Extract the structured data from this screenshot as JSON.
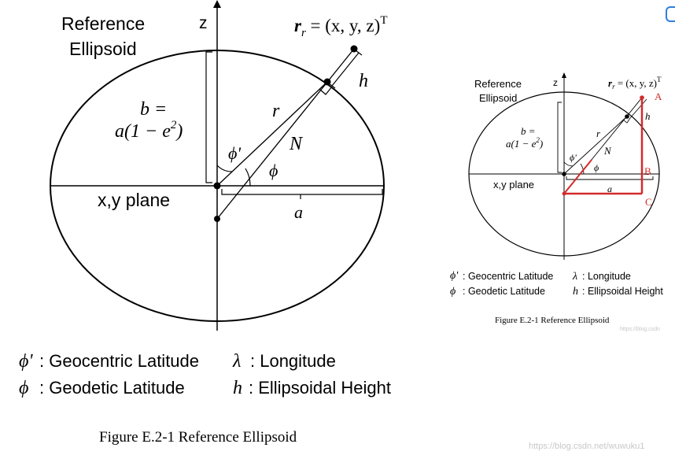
{
  "large": {
    "label_ref_line1": "Reference",
    "label_ref_line2": "Ellipsoid",
    "axis_z": "z",
    "vector_eq_lhs": "r",
    "vector_eq_sub": "r",
    "vector_eq_rhs": " = (x, y, z)",
    "vector_eq_sup": "T",
    "b_line1": "b =",
    "b_line2_a": "a(1 − e",
    "b_line2_sup": "2",
    "b_line2_b": ")",
    "label_r": "r",
    "label_N": "N",
    "label_h": "h",
    "label_phi_prime": "ϕ'",
    "label_phi": "ϕ",
    "label_a": "a",
    "label_xy_plane": "x,y plane",
    "legend_row1_sym": "ϕ'",
    "legend_row1_text": ": Geocentric Latitude",
    "legend_row1_sym2": "λ",
    "legend_row1_text2": ": Longitude",
    "legend_row2_sym": "ϕ",
    "legend_row2_text": ": Geodetic Latitude",
    "legend_row2_sym2": "h",
    "legend_row2_text2": ": Ellipsoidal Height",
    "caption": "Figure E.2-1  Reference Ellipsoid"
  },
  "small": {
    "label_ref_line1": "Reference",
    "label_ref_line2": "Ellipsoid",
    "axis_z": "z",
    "vector_eq_lhs": "r",
    "vector_eq_sub": "r",
    "vector_eq_rhs": " = (x, y, z)",
    "vector_eq_sup": "T",
    "b_line1": "b =",
    "b_line2_a": "a(1 − e",
    "b_line2_sup": "2",
    "b_line2_b": ")",
    "label_r": "r",
    "label_N": "N",
    "label_h": "h",
    "label_phi_prime": "ϕ'",
    "label_phi": "ϕ",
    "label_a": "a",
    "label_xy_plane": "x,y plane",
    "point_A": "A",
    "point_B": "B",
    "point_C": "C",
    "legend_row1_sym": "ϕ'",
    "legend_row1_text": ": Geocentric Latitude",
    "legend_row1_sym2": "λ",
    "legend_row1_text2": ": Longitude",
    "legend_row2_sym": "ϕ",
    "legend_row2_text": ": Geodetic Latitude",
    "legend_row2_sym2": "h",
    "legend_row2_text2": ": Ellipsoidal Height",
    "caption": "Figure E.2-1  Reference Ellipsoid",
    "watermark": "https://blog.csdn"
  },
  "watermark_bottom": "https://blog.csdn.net/wuwuku1",
  "colors": {
    "ink": "#000000",
    "highlight": "#d42a2a",
    "watermark": "#c8c8c8",
    "icon": "#2f7de1"
  },
  "icons": {
    "corner": "ring-icon"
  }
}
